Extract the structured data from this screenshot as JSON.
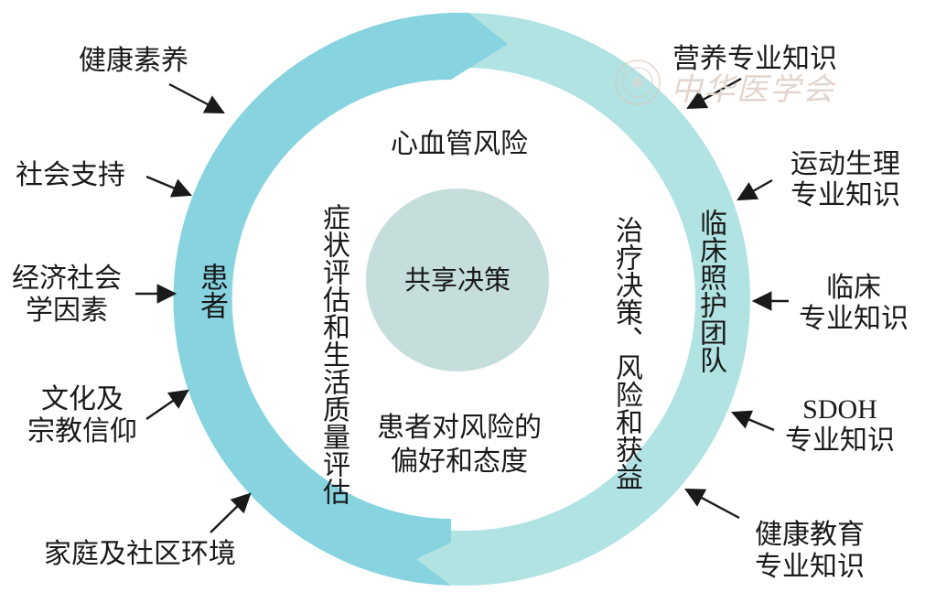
{
  "center": "共享决策",
  "patient_ring": "患者",
  "team_ring": "临床照护团队",
  "inner": {
    "top": "心血管风险",
    "left": "症状评估和生活质量评估",
    "right": "治疗决策、风险和获益",
    "bottom_line1": "患者对风险的",
    "bottom_line2": "偏好和态度"
  },
  "left_factors": {
    "f1": "健康素养",
    "f2": "社会支持",
    "f3_line1": "经济社会",
    "f3_line2": "学因素",
    "f4_line1": "文化及",
    "f4_line2": "宗教信仰",
    "f5": "家庭及社区环境"
  },
  "right_factors": {
    "r1": "营养专业知识",
    "r2_line1": "运动生理",
    "r2_line2": "专业知识",
    "r3_line1": "临床",
    "r3_line2": "专业知识",
    "r4_line1": "SDOH",
    "r4_line2": "专业知识",
    "r5_line1": "健康教育",
    "r5_line2": "专业知识"
  },
  "watermark": "中华医学会",
  "colors": {
    "patient_ring": "#87d3e0",
    "team_ring": "#b1e3e3",
    "center_circle": "#c5dedb",
    "arrow": "#1a1a1a"
  }
}
